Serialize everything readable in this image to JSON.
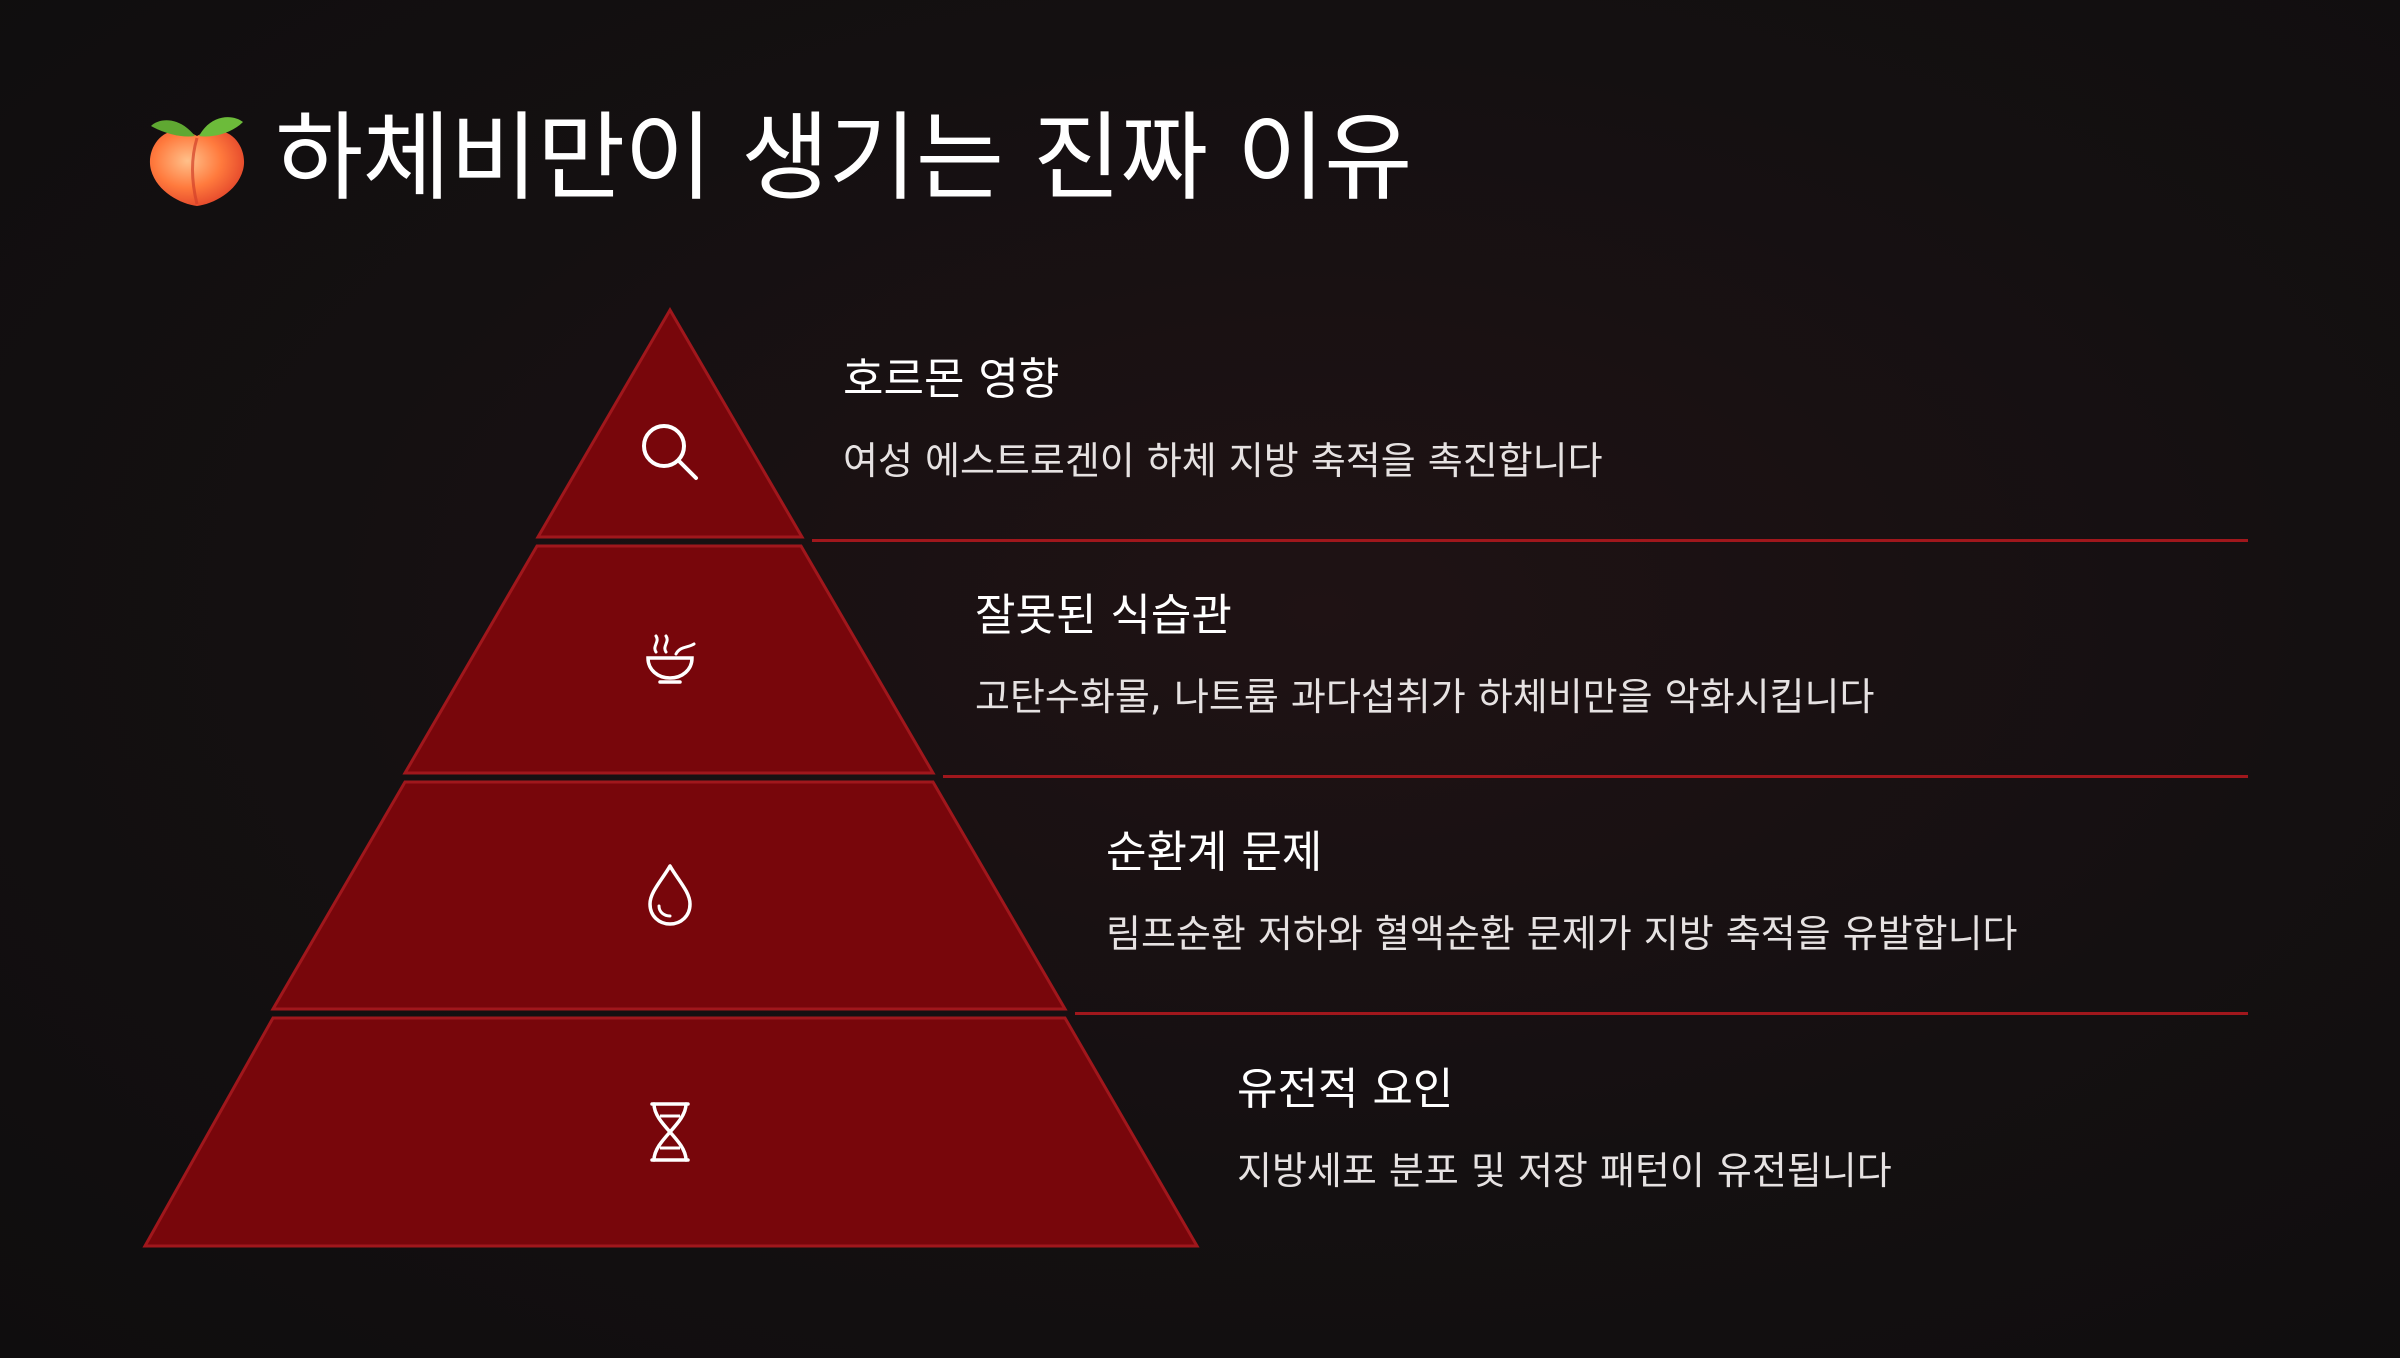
{
  "title": {
    "text": "하체비만이 생기는 진짜 이유",
    "icon": "peach-emoji"
  },
  "colors": {
    "background": "#141011",
    "tier_fill": "#78060b",
    "tier_stroke": "#a0171c",
    "separator": "#a0171c",
    "text": "#ffffff"
  },
  "tiers": [
    {
      "icon": "magnifier-icon",
      "heading": "호르몬 영향",
      "description": "여성 에스트로겐이 하체 지방 축적을 촉진합니다"
    },
    {
      "icon": "food-bowl-icon",
      "heading": "잘못된 식습관",
      "description": "고탄수화물, 나트륨 과다섭취가 하체비만을 악화시킵니다"
    },
    {
      "icon": "water-drop-icon",
      "heading": "순환계 문제",
      "description": "림프순환 저하와 혈액순환 문제가 지방 축적을 유발합니다"
    },
    {
      "icon": "dna-icon",
      "heading": "유전적 요인",
      "description": "지방세포 분포 및 저장 패턴이 유전됩니다"
    }
  ]
}
